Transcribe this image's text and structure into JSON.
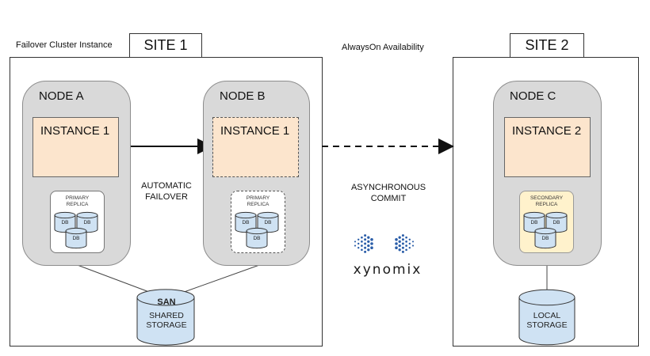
{
  "labels": {
    "failover_cluster": "Failover Cluster Instance",
    "alwayson": "AlwaysOn Availability"
  },
  "sites": {
    "site1": "SITE 1",
    "site2": "SITE 2"
  },
  "nodes": {
    "a": {
      "title": "NODE A",
      "instance": "INSTANCE 1",
      "replica": "PRIMARY\nREPLICA"
    },
    "b": {
      "title": "NODE B",
      "instance": "INSTANCE 1",
      "replica": "PRIMARY\nREPLICA"
    },
    "c": {
      "title": "NODE C",
      "instance": "INSTANCE 2",
      "replica": "SECONDARY\nREPLICA"
    }
  },
  "db_label": "DB",
  "arrows": {
    "automatic_failover": "AUTOMATIC\nFAILOVER",
    "async_commit": "ASYNCHRONOUS\nCOMMIT"
  },
  "storage": {
    "san": {
      "title": "SAN",
      "label": "SHARED\nSTORAGE"
    },
    "local": {
      "label": "LOCAL\nSTORAGE"
    }
  },
  "logo": {
    "text": "xynomix"
  },
  "colors": {
    "node_fill": "#d9d9d9",
    "instance_fill": "#fce5cd",
    "db_fill": "#cfe2f3",
    "secondary_fill": "#fff2cc",
    "logo_blue": "#2a5da8"
  }
}
